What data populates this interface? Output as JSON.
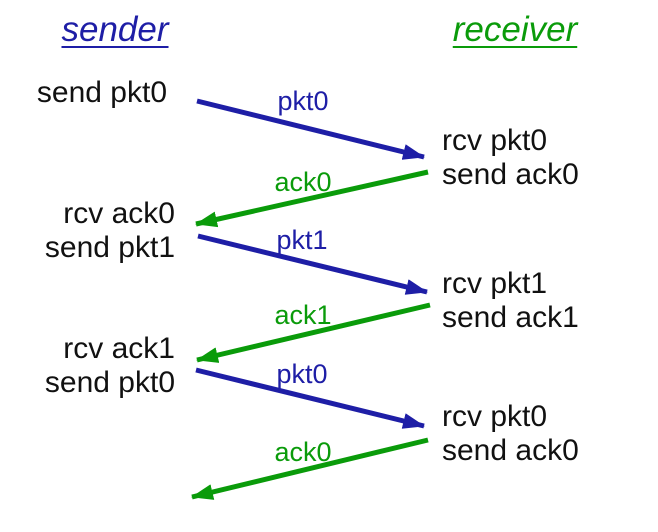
{
  "colors": {
    "sender_blue": "#1e1ea6",
    "receiver_green": "#0a9b0a",
    "event_text": "#111111",
    "background": "#ffffff"
  },
  "titles": {
    "sender": "sender",
    "receiver": "receiver"
  },
  "sender_events": [
    {
      "lines": [
        "send pkt0"
      ]
    },
    {
      "lines": [
        "rcv ack0",
        "send pkt1"
      ]
    },
    {
      "lines": [
        "rcv ack1",
        "send pkt0"
      ]
    }
  ],
  "receiver_events": [
    {
      "lines": [
        "rcv pkt0",
        "send ack0"
      ]
    },
    {
      "lines": [
        "rcv pkt1",
        "send ack1"
      ]
    },
    {
      "lines": [
        "rcv pkt0",
        "send ack0"
      ]
    }
  ],
  "messages": [
    {
      "label": "pkt0",
      "from": "sender",
      "to": "receiver",
      "color": "#1e1ea6"
    },
    {
      "label": "ack0",
      "from": "receiver",
      "to": "sender",
      "color": "#0a9b0a"
    },
    {
      "label": "pkt1",
      "from": "sender",
      "to": "receiver",
      "color": "#1e1ea6"
    },
    {
      "label": "ack1",
      "from": "receiver",
      "to": "sender",
      "color": "#0a9b0a"
    },
    {
      "label": "pkt0",
      "from": "sender",
      "to": "receiver",
      "color": "#1e1ea6"
    },
    {
      "label": "ack0",
      "from": "receiver",
      "to": "sender",
      "color": "#0a9b0a"
    }
  ]
}
